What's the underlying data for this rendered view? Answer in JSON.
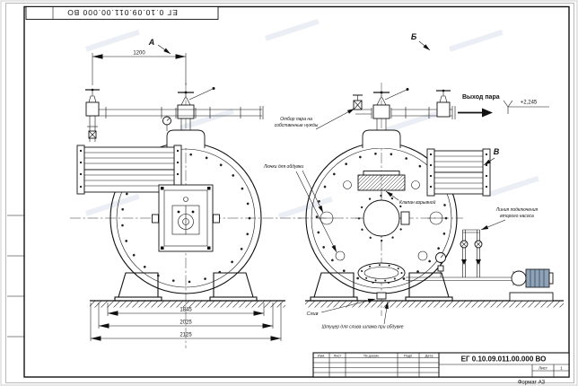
{
  "sheet": {
    "stamp_top": "ЕГ 0.10.09.011.00.000 ВО",
    "format": "Формат А3"
  },
  "title_block": {
    "doc_number": "ЕГ 0.10.09.011.00.000 ВО",
    "col_izm": "Изм.",
    "col_list": "Лист",
    "col_dokum": "№ докум.",
    "col_podp": "Подп.",
    "col_data": "Дата",
    "sheet_label": "Лист",
    "sheet_number": "1"
  },
  "views": {
    "a": "А",
    "b": "Б",
    "v": "В"
  },
  "dimensions": {
    "top_width": "1200",
    "support_span": "1845",
    "mid_width": "2025",
    "overall_width": "2125"
  },
  "labels": {
    "steam_out": "Выход пара",
    "elevation": "+2,245",
    "own_needs_line1": "Отбор пара на",
    "own_needs_line2": "собственные нужды",
    "blow_hatches": "Лючки для обдувки",
    "explosion_valve": "Клапан взрывной",
    "second_pump_line1": "Линия подключения",
    "second_pump_line2": "второго насоса",
    "drain": "Слив",
    "sludge_fitting": "Штуцер для слива шлама при обдувке"
  }
}
